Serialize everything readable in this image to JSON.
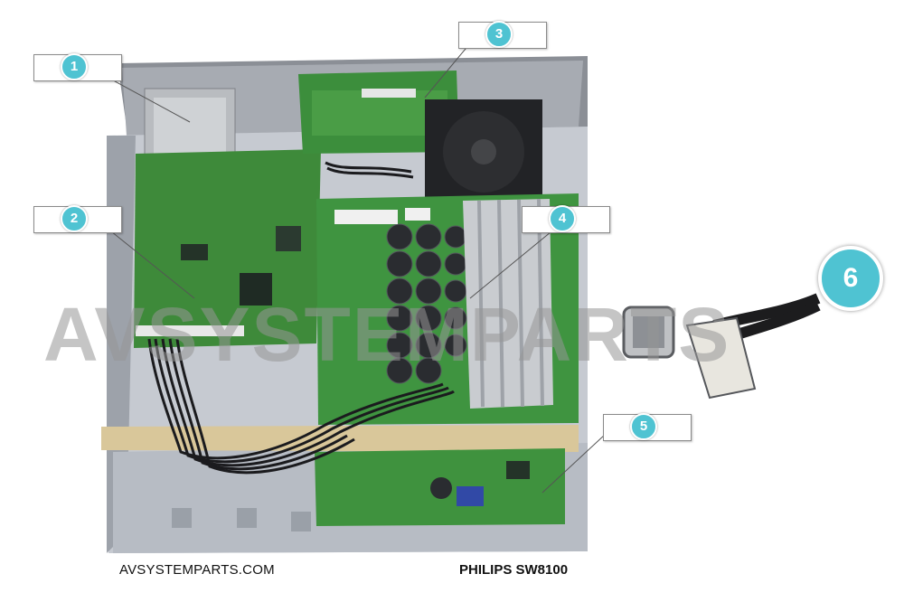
{
  "watermark": "AVSYSTEMPARTS",
  "footer": {
    "site": "AVSYSTEMPARTS.COM",
    "model": "PHILIPS SW8100"
  },
  "callouts": [
    "1",
    "2",
    "3",
    "4",
    "5"
  ],
  "connector_callout": "6",
  "colors": {
    "callout": "#4fc3d2",
    "pcb_green": "#3f8f3a",
    "chassis": "#c8ccd3"
  }
}
